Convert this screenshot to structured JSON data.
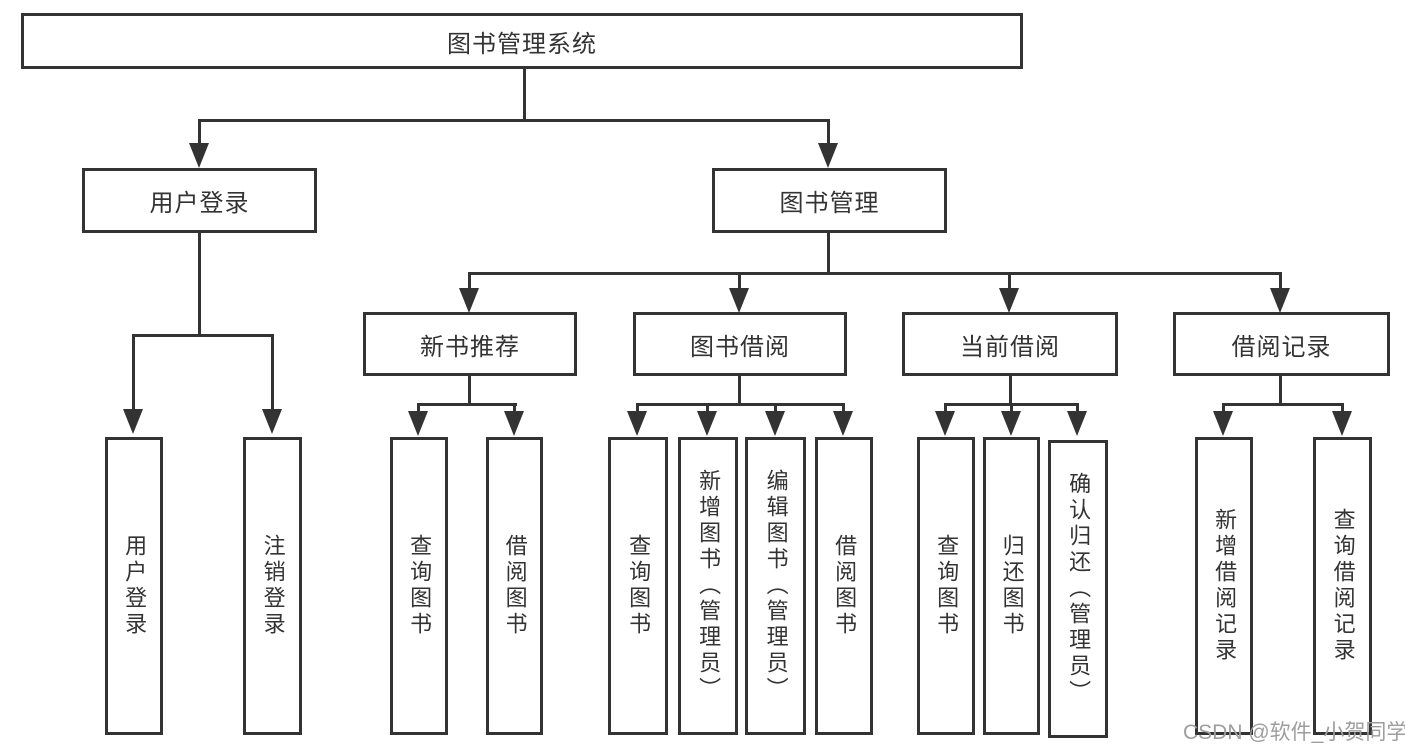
{
  "root": {
    "label": "图书管理系统"
  },
  "branches": [
    {
      "label": "用户登录",
      "children": [
        {
          "label": "用户登录"
        },
        {
          "label": "注销登录"
        }
      ]
    },
    {
      "label": "图书管理",
      "children": [
        {
          "label": "新书推荐",
          "children": [
            {
              "label": "查询图书"
            },
            {
              "label": "借阅图书"
            }
          ]
        },
        {
          "label": "图书借阅",
          "children": [
            {
              "label": "查询图书"
            },
            {
              "label": "新增图书（管理员）"
            },
            {
              "label": "编辑图书（管理员）"
            },
            {
              "label": "借阅图书"
            }
          ]
        },
        {
          "label": "当前借阅",
          "children": [
            {
              "label": "查询图书"
            },
            {
              "label": "归还图书"
            },
            {
              "label": "确认归还（管理员）"
            }
          ]
        },
        {
          "label": "借阅记录",
          "children": [
            {
              "label": "新增借阅记录"
            },
            {
              "label": "查询借阅记录"
            }
          ]
        }
      ]
    }
  ],
  "watermark": {
    "text": "CSDN @软件_小贺同学"
  },
  "colors": {
    "line": "#333333",
    "box_border": "#333333",
    "text": "#333333",
    "watermark": "#9e9e9e",
    "background": "#ffffff"
  }
}
